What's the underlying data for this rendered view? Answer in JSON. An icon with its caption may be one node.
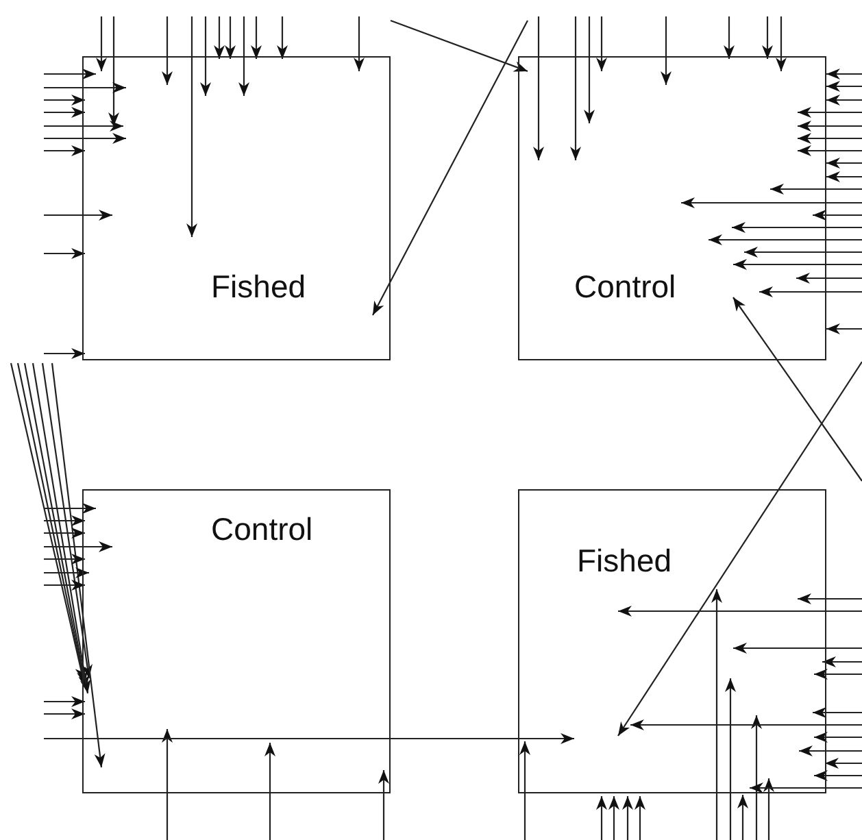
{
  "diagram": {
    "nodes": [
      {
        "text": [
          "Fished"
        ]
      },
      {
        "text": [
          "Control"
        ]
      },
      {
        "text": [
          "Control"
        ]
      },
      {
        "text": [
          "Fished"
        ]
      }
    ],
    "edges": [
      {
        "from": null,
        "to": 0,
        "arrow": "to"
      },
      {
        "from": null,
        "to": 0,
        "arrow": "to"
      },
      {
        "from": null,
        "to": 0,
        "arrow": "to"
      },
      {
        "from": null,
        "to": 0,
        "arrow": "to"
      },
      {
        "from": null,
        "to": 0,
        "arrow": "to"
      },
      {
        "from": null,
        "to": 0,
        "arrow": "to"
      },
      {
        "from": null,
        "to": 0,
        "arrow": "to"
      },
      {
        "from": null,
        "to": 0,
        "arrow": "to"
      },
      {
        "from": null,
        "to": 0,
        "arrow": "to"
      },
      {
        "from": null,
        "to": 0,
        "arrow": "to"
      },
      {
        "from": null,
        "to": 0,
        "arrow": "to"
      },
      {
        "from": null,
        "to": 0,
        "arrow": "to"
      },
      {
        "from": null,
        "to": 0,
        "arrow": "to"
      },
      {
        "from": null,
        "to": 0,
        "arrow": "to"
      },
      {
        "from": null,
        "to": 0,
        "arrow": "to"
      },
      {
        "from": null,
        "to": 0,
        "arrow": "to"
      },
      {
        "from": null,
        "to": 0,
        "arrow": "to"
      },
      {
        "from": null,
        "to": 0,
        "arrow": "to"
      },
      {
        "from": null,
        "to": 0,
        "arrow": "to"
      },
      {
        "from": null,
        "to": 0,
        "arrow": "to"
      },
      {
        "from": null,
        "to": 0,
        "arrow": "to"
      },
      {
        "from": null,
        "to": 0,
        "arrow": "to"
      },
      {
        "from": null,
        "to": 1,
        "arrow": "to"
      },
      {
        "from": null,
        "to": 1,
        "arrow": "to"
      },
      {
        "from": null,
        "to": 1,
        "arrow": "to"
      },
      {
        "from": null,
        "to": 1,
        "arrow": "to"
      },
      {
        "from": null,
        "to": 1,
        "arrow": "to"
      },
      {
        "from": null,
        "to": 1,
        "arrow": "to"
      },
      {
        "from": null,
        "to": 1,
        "arrow": "to"
      },
      {
        "from": null,
        "to": 1,
        "arrow": "to"
      },
      {
        "from": null,
        "to": 1,
        "arrow": "to"
      },
      {
        "from": null,
        "to": 1,
        "arrow": "to"
      },
      {
        "from": null,
        "to": 1,
        "arrow": "to"
      },
      {
        "from": null,
        "to": 1,
        "arrow": "to"
      },
      {
        "from": null,
        "to": 1,
        "arrow": "to"
      },
      {
        "from": null,
        "to": 1,
        "arrow": "to"
      },
      {
        "from": null,
        "to": 1,
        "arrow": "to"
      },
      {
        "from": null,
        "to": 1,
        "arrow": "to"
      },
      {
        "from": null,
        "to": 1,
        "arrow": "to"
      },
      {
        "from": null,
        "to": 1,
        "arrow": "to"
      },
      {
        "from": null,
        "to": 1,
        "arrow": "to"
      },
      {
        "from": null,
        "to": 1,
        "arrow": "to"
      },
      {
        "from": null,
        "to": 1,
        "arrow": "to"
      },
      {
        "from": null,
        "to": 1,
        "arrow": "to"
      },
      {
        "from": null,
        "to": 1,
        "arrow": "to"
      },
      {
        "from": null,
        "to": 1,
        "arrow": "to"
      },
      {
        "from": null,
        "to": 1,
        "arrow": "to"
      },
      {
        "from": null,
        "to": 1,
        "arrow": "to"
      },
      {
        "from": null,
        "to": 1,
        "arrow": "to"
      },
      {
        "from": null,
        "to": 1,
        "arrow": "to"
      },
      {
        "from": null,
        "to": 1,
        "arrow": "to"
      },
      {
        "from": null,
        "to": 3,
        "arrow": "to"
      },
      {
        "from": null,
        "to": 2,
        "arrow": "to"
      },
      {
        "from": null,
        "to": 2,
        "arrow": "to"
      },
      {
        "from": null,
        "to": 2,
        "arrow": "to"
      },
      {
        "from": null,
        "to": 2,
        "arrow": "to"
      },
      {
        "from": null,
        "to": 2,
        "arrow": "to"
      },
      {
        "from": null,
        "to": 2,
        "arrow": "to"
      },
      {
        "from": null,
        "to": 2,
        "arrow": "to"
      },
      {
        "from": null,
        "to": 2,
        "arrow": "to"
      },
      {
        "from": null,
        "to": 2,
        "arrow": "to"
      },
      {
        "from": null,
        "to": 2,
        "arrow": "to"
      },
      {
        "from": null,
        "to": 2,
        "arrow": "to"
      },
      {
        "from": null,
        "to": 2,
        "arrow": "to"
      },
      {
        "from": null,
        "to": 2,
        "arrow": "to"
      },
      {
        "from": null,
        "to": 2,
        "arrow": "to"
      },
      {
        "from": null,
        "to": 2,
        "arrow": "to"
      },
      {
        "from": null,
        "to": 2,
        "arrow": "to"
      },
      {
        "from": null,
        "to": 2,
        "arrow": "to"
      },
      {
        "from": null,
        "to": 2,
        "arrow": "to"
      },
      {
        "from": null,
        "to": 3,
        "arrow": "to"
      },
      {
        "from": null,
        "to": 3,
        "arrow": "to"
      },
      {
        "from": null,
        "to": 3,
        "arrow": "to"
      },
      {
        "from": null,
        "to": 3,
        "arrow": "to"
      },
      {
        "from": null,
        "to": 3,
        "arrow": "to"
      },
      {
        "from": null,
        "to": 3,
        "arrow": "to"
      },
      {
        "from": null,
        "to": 3,
        "arrow": "to"
      },
      {
        "from": null,
        "to": 3,
        "arrow": "to"
      },
      {
        "from": null,
        "to": 3,
        "arrow": "to"
      },
      {
        "from": null,
        "to": 3,
        "arrow": "to"
      },
      {
        "from": null,
        "to": 3,
        "arrow": "to"
      },
      {
        "from": null,
        "to": 3,
        "arrow": "to"
      },
      {
        "from": null,
        "to": 3,
        "arrow": "to"
      },
      {
        "from": null,
        "to": 3,
        "arrow": "to"
      },
      {
        "from": null,
        "to": 3,
        "arrow": "to"
      },
      {
        "from": null,
        "to": 3,
        "arrow": "to"
      },
      {
        "from": null,
        "to": 3,
        "arrow": "to"
      },
      {
        "from": null,
        "to": 3,
        "arrow": "to"
      },
      {
        "from": null,
        "to": 3,
        "arrow": "to"
      },
      {
        "from": null,
        "to": 3,
        "arrow": "to"
      },
      {
        "from": null,
        "to": 3,
        "arrow": "to"
      },
      {
        "from": null,
        "to": 3,
        "arrow": "to"
      },
      {
        "from": null,
        "to": 3,
        "arrow": "to"
      }
    ]
  }
}
